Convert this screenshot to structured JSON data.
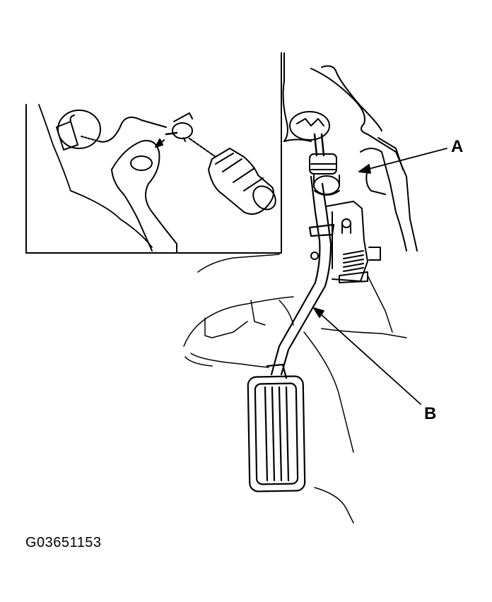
{
  "figure": {
    "callouts": [
      {
        "letter": "A"
      },
      {
        "letter": "B"
      }
    ],
    "figure_id": "G03651153"
  },
  "colors": {
    "line": "#000000",
    "background": "#ffffff"
  }
}
